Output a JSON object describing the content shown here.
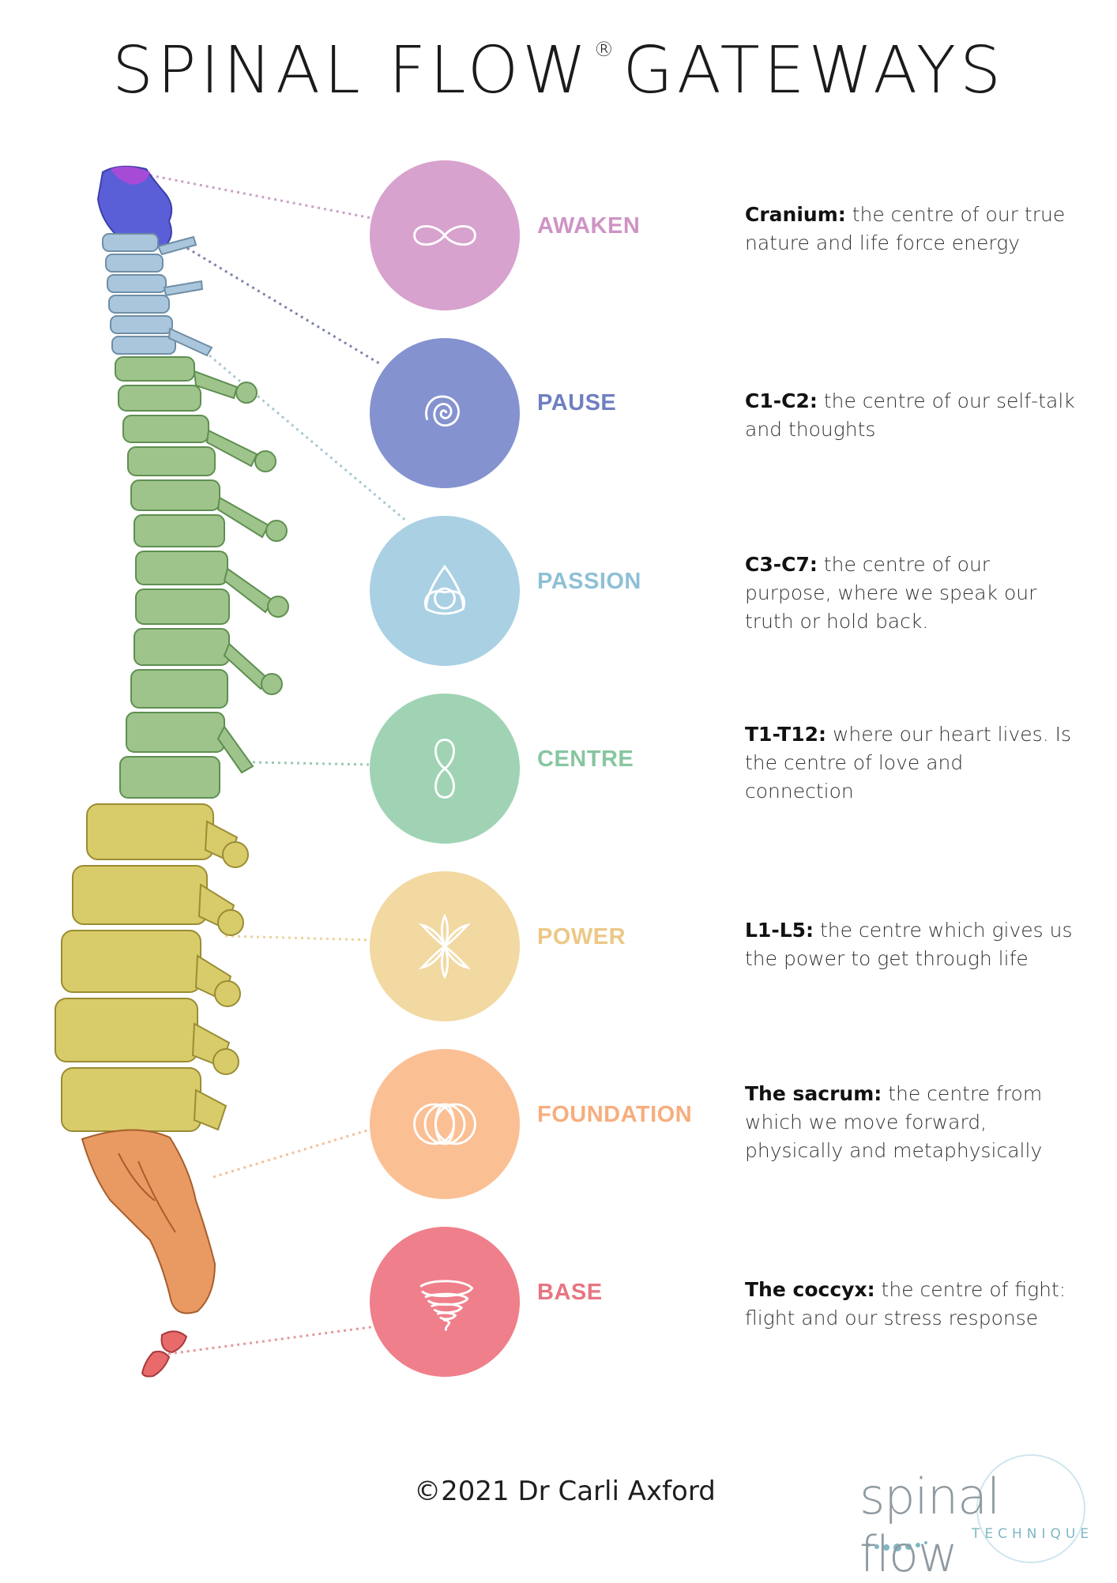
{
  "title": {
    "part1": "SPINAL FLOW",
    "registered": "®",
    "part2": "GATEWAYS"
  },
  "gateways": [
    {
      "name": "AWAKEN",
      "region": "Cranium:",
      "text": " the centre of our true nature and life force energy",
      "color": "#d7a2cd",
      "label_color": "#cf93c4",
      "icon": "infinity-icon"
    },
    {
      "name": "PAUSE",
      "region": "C1-C2:",
      "text": " the centre of our self-talk and thoughts",
      "color": "#8492cf",
      "label_color": "#6f7fc0",
      "icon": "spiral-icon"
    },
    {
      "name": "PASSION",
      "region": "C3-C7:",
      "text": " the centre of our purpose, where we speak our truth or hold back.",
      "color": "#a9d0e3",
      "label_color": "#8ec0d6",
      "icon": "triquetra-icon"
    },
    {
      "name": "CENTRE",
      "region": "T1-T12:",
      "text": " where our heart lives. Is the centre of love and connection",
      "color": "#9fd3b4",
      "label_color": "#87c6a0",
      "icon": "figure-eight-icon"
    },
    {
      "name": "POWER",
      "region": "L1-L5:",
      "text": " the centre which gives us the power to get through life",
      "color": "#f2d8a1",
      "label_color": "#ecc886",
      "icon": "flower-icon"
    },
    {
      "name": "FOUNDATION",
      "region": "The sacrum:",
      "text": " the centre from which we move forward, physically and metaphysically",
      "color": "#fbbf94",
      "label_color": "#f7ad7d",
      "icon": "interlocking-rings-icon"
    },
    {
      "name": "BASE",
      "region": "The coccyx:",
      "text": " the centre of fight: flight and our stress response",
      "color": "#ef7f8a",
      "label_color": "#e77582",
      "icon": "vortex-icon"
    }
  ],
  "spine_colors": {
    "cranium": "#5a5fd8",
    "cervical_top": "#9a9fe6",
    "cervical": "#a9c6dd",
    "thoracic": "#9ec48c",
    "lumbar": "#d8cc6a",
    "sacrum": "#e89a62",
    "coccyx": "#e96a6a"
  },
  "footer": {
    "copyright": "©2021 Dr Carli Axford",
    "logo_text": "spinal flow",
    "logo_sub": "TECHNIQUE"
  }
}
